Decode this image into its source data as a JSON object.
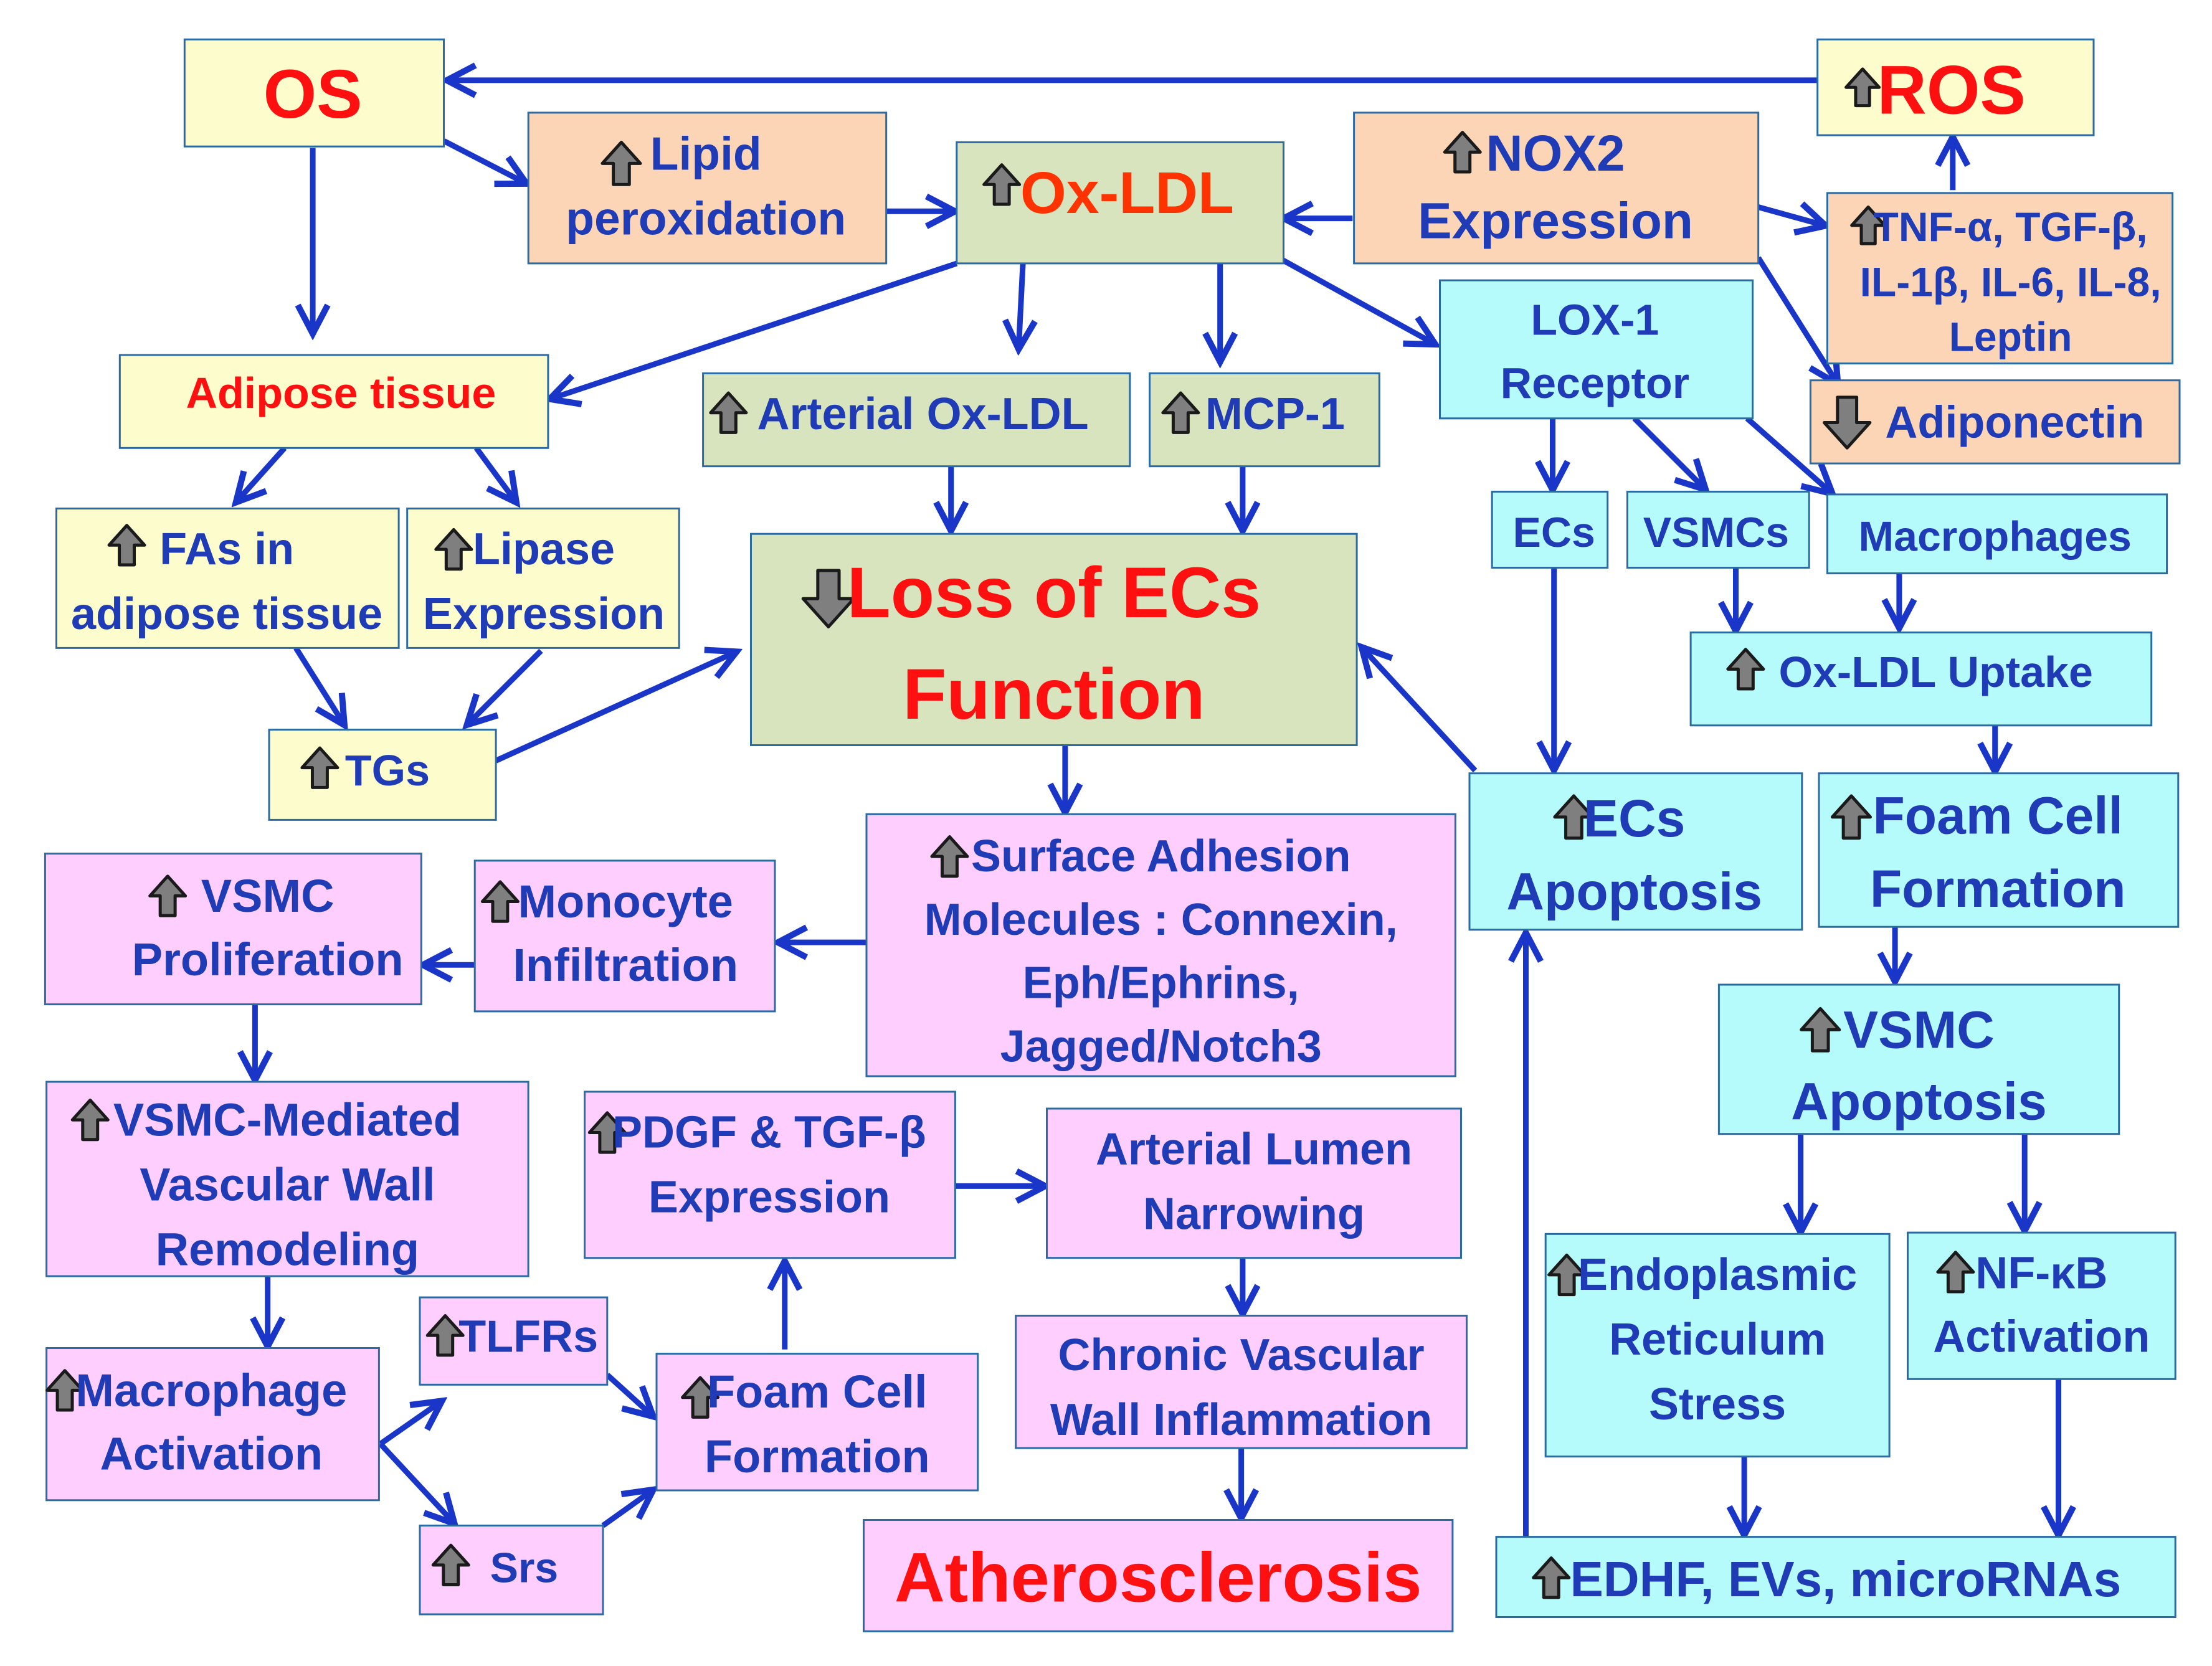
{
  "colors": {
    "yellow": "#fcfccc",
    "orange": "#fbd5b5",
    "green": "#d7e4bd",
    "cyan": "#b6fbfb",
    "pink": "#fecefe",
    "blue_text": "#1f3bb6",
    "red_text": "#ff1010",
    "orange_red_text": "#ff3300",
    "arrow": "#1a36c8",
    "up_icon": "#7f7f7f"
  },
  "nodes": [
    {
      "id": "os",
      "fill": "yellow",
      "color": "red_text",
      "size": 110,
      "lines": [
        "OS"
      ]
    },
    {
      "id": "ros",
      "fill": "yellow",
      "color": "red_text",
      "size": 110,
      "icon": "up",
      "lines": [
        "ROS"
      ]
    },
    {
      "id": "lipid-peroxidation",
      "fill": "orange",
      "color": "blue_text",
      "size": 75,
      "icon": "up",
      "lines": [
        "Lipid",
        "peroxidation"
      ]
    },
    {
      "id": "ox-ldl",
      "fill": "green",
      "color": "orange_red_text",
      "size": 95,
      "icon": "up",
      "lines": [
        "Ox-LDL"
      ]
    },
    {
      "id": "nox2",
      "fill": "orange",
      "color": "blue_text",
      "size": 82,
      "icon": "up",
      "lines": [
        "NOX2",
        "Expression"
      ]
    },
    {
      "id": "cytokines",
      "fill": "orange",
      "color": "blue_text",
      "size": 66,
      "icon": "up",
      "lines": [
        "TNF-α, TGF-β,",
        "IL-1β, IL-6, IL-8,",
        "Leptin"
      ]
    },
    {
      "id": "adiponectin",
      "fill": "orange",
      "color": "blue_text",
      "size": 72,
      "icon": "down",
      "lines": [
        "Adiponectin"
      ]
    },
    {
      "id": "adipose",
      "fill": "yellow",
      "color": "red_text",
      "size": 70,
      "lines": [
        "Adipose tissue"
      ]
    },
    {
      "id": "arterial-ox-ldl",
      "fill": "green",
      "color": "blue_text",
      "size": 72,
      "icon": "up",
      "lines": [
        "Arterial Ox-LDL"
      ]
    },
    {
      "id": "mcp1",
      "fill": "green",
      "color": "blue_text",
      "size": 72,
      "icon": "up",
      "lines": [
        "MCP-1"
      ]
    },
    {
      "id": "lox1",
      "fill": "cyan",
      "color": "blue_text",
      "size": 70,
      "lines": [
        "LOX-1",
        "Receptor"
      ]
    },
    {
      "id": "ecs",
      "fill": "cyan",
      "color": "blue_text",
      "size": 68,
      "lines": [
        "ECs"
      ]
    },
    {
      "id": "vsmcs",
      "fill": "cyan",
      "color": "blue_text",
      "size": 68,
      "lines": [
        "VSMCs"
      ]
    },
    {
      "id": "macrophages",
      "fill": "cyan",
      "color": "blue_text",
      "size": 68,
      "lines": [
        "Macrophages"
      ]
    },
    {
      "id": "fas",
      "fill": "yellow",
      "color": "blue_text",
      "size": 72,
      "icon": "up",
      "lines": [
        "FAs in",
        "adipose tissue"
      ]
    },
    {
      "id": "lipase",
      "fill": "yellow",
      "color": "blue_text",
      "size": 72,
      "icon": "up",
      "lines": [
        "Lipase",
        "Expression"
      ]
    },
    {
      "id": "loss-ecs",
      "fill": "green",
      "color": "red_text",
      "size": 115,
      "icon": "down",
      "lines": [
        "Loss of ECs",
        "Function"
      ]
    },
    {
      "id": "ox-ldl-uptake",
      "fill": "cyan",
      "color": "blue_text",
      "size": 70,
      "icon": "up",
      "lines": [
        "Ox-LDL Uptake"
      ]
    },
    {
      "id": "tgs",
      "fill": "yellow",
      "color": "blue_text",
      "size": 70,
      "icon": "up",
      "lines": [
        "TGs"
      ]
    },
    {
      "id": "ecs-apoptosis",
      "fill": "cyan",
      "color": "blue_text",
      "size": 84,
      "icon": "up",
      "lines": [
        "ECs",
        "Apoptosis"
      ]
    },
    {
      "id": "foam-cell-right",
      "fill": "cyan",
      "color": "blue_text",
      "size": 84,
      "icon": "up",
      "lines": [
        "Foam Cell",
        "Formation"
      ]
    },
    {
      "id": "surface-adhesion",
      "fill": "pink",
      "color": "blue_text",
      "size": 72,
      "icon": "up",
      "lines": [
        "Surface Adhesion",
        "Molecules : Connexin,",
        "Eph/Ephrins,",
        "Jagged/Notch3"
      ]
    },
    {
      "id": "vsmc-proliferation",
      "fill": "pink",
      "color": "blue_text",
      "size": 74,
      "icon": "up",
      "lines": [
        "VSMC",
        "Proliferation"
      ]
    },
    {
      "id": "monocyte",
      "fill": "pink",
      "color": "blue_text",
      "size": 74,
      "icon": "up",
      "lines": [
        "Monocyte",
        "Infiltration"
      ]
    },
    {
      "id": "vsmc-apoptosis",
      "fill": "cyan",
      "color": "blue_text",
      "size": 84,
      "icon": "up",
      "lines": [
        "VSMC",
        "Apoptosis"
      ]
    },
    {
      "id": "vsmc-remodeling",
      "fill": "pink",
      "color": "blue_text",
      "size": 74,
      "icon": "up",
      "lines": [
        "VSMC-Mediated",
        "Vascular Wall",
        "Remodeling"
      ]
    },
    {
      "id": "pdgf",
      "fill": "pink",
      "color": "blue_text",
      "size": 72,
      "icon": "up",
      "lines": [
        "PDGF & TGF-β",
        "Expression"
      ]
    },
    {
      "id": "lumen",
      "fill": "pink",
      "color": "blue_text",
      "size": 72,
      "lines": [
        "Arterial Lumen",
        "Narrowing"
      ]
    },
    {
      "id": "er-stress",
      "fill": "cyan",
      "color": "blue_text",
      "size": 72,
      "icon": "up",
      "lines": [
        "Endoplasmic",
        "Reticulum",
        "Stress"
      ]
    },
    {
      "id": "nfkb",
      "fill": "cyan",
      "color": "blue_text",
      "size": 72,
      "icon": "up",
      "lines": [
        "NF-κB",
        "Activation"
      ]
    },
    {
      "id": "tlfrs",
      "fill": "pink",
      "color": "blue_text",
      "size": 72,
      "icon": "up",
      "lines": [
        "TLFRs"
      ]
    },
    {
      "id": "chronic",
      "fill": "pink",
      "color": "blue_text",
      "size": 72,
      "lines": [
        "Chronic Vascular",
        "Wall Inflammation"
      ]
    },
    {
      "id": "macrophage-activation",
      "fill": "pink",
      "color": "blue_text",
      "size": 74,
      "icon": "up",
      "lines": [
        "Macrophage",
        "Activation"
      ]
    },
    {
      "id": "foam-cell-left",
      "fill": "pink",
      "color": "blue_text",
      "size": 74,
      "icon": "up",
      "lines": [
        "Foam Cell",
        "Formation"
      ]
    },
    {
      "id": "srs",
      "fill": "pink",
      "color": "blue_text",
      "size": 68,
      "icon": "up",
      "lines": [
        "Srs"
      ]
    },
    {
      "id": "atherosclerosis",
      "fill": "pink",
      "color": "red_text",
      "size": 112,
      "lines": [
        "Atherosclerosis"
      ]
    },
    {
      "id": "edhf",
      "fill": "cyan",
      "color": "blue_text",
      "size": 80,
      "icon": "up",
      "lines": [
        "EDHF, EVs, microRNAs"
      ]
    }
  ]
}
